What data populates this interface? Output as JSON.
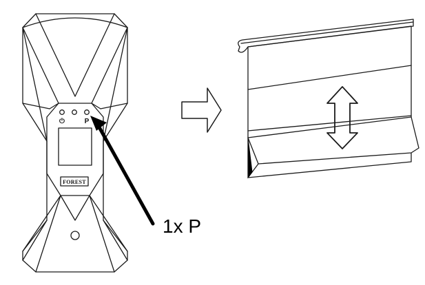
{
  "device": {
    "led_symbols": [
      "⏻",
      "",
      "P"
    ],
    "brand": "FOREST",
    "colors": {
      "stroke": "#1a1a1a",
      "background": "#ffffff"
    }
  },
  "annotation": {
    "press_label": "1x P"
  },
  "icons": {
    "transition_arrow": "hollow-right-arrow-icon",
    "movement": "double-vertical-arrow-icon"
  }
}
